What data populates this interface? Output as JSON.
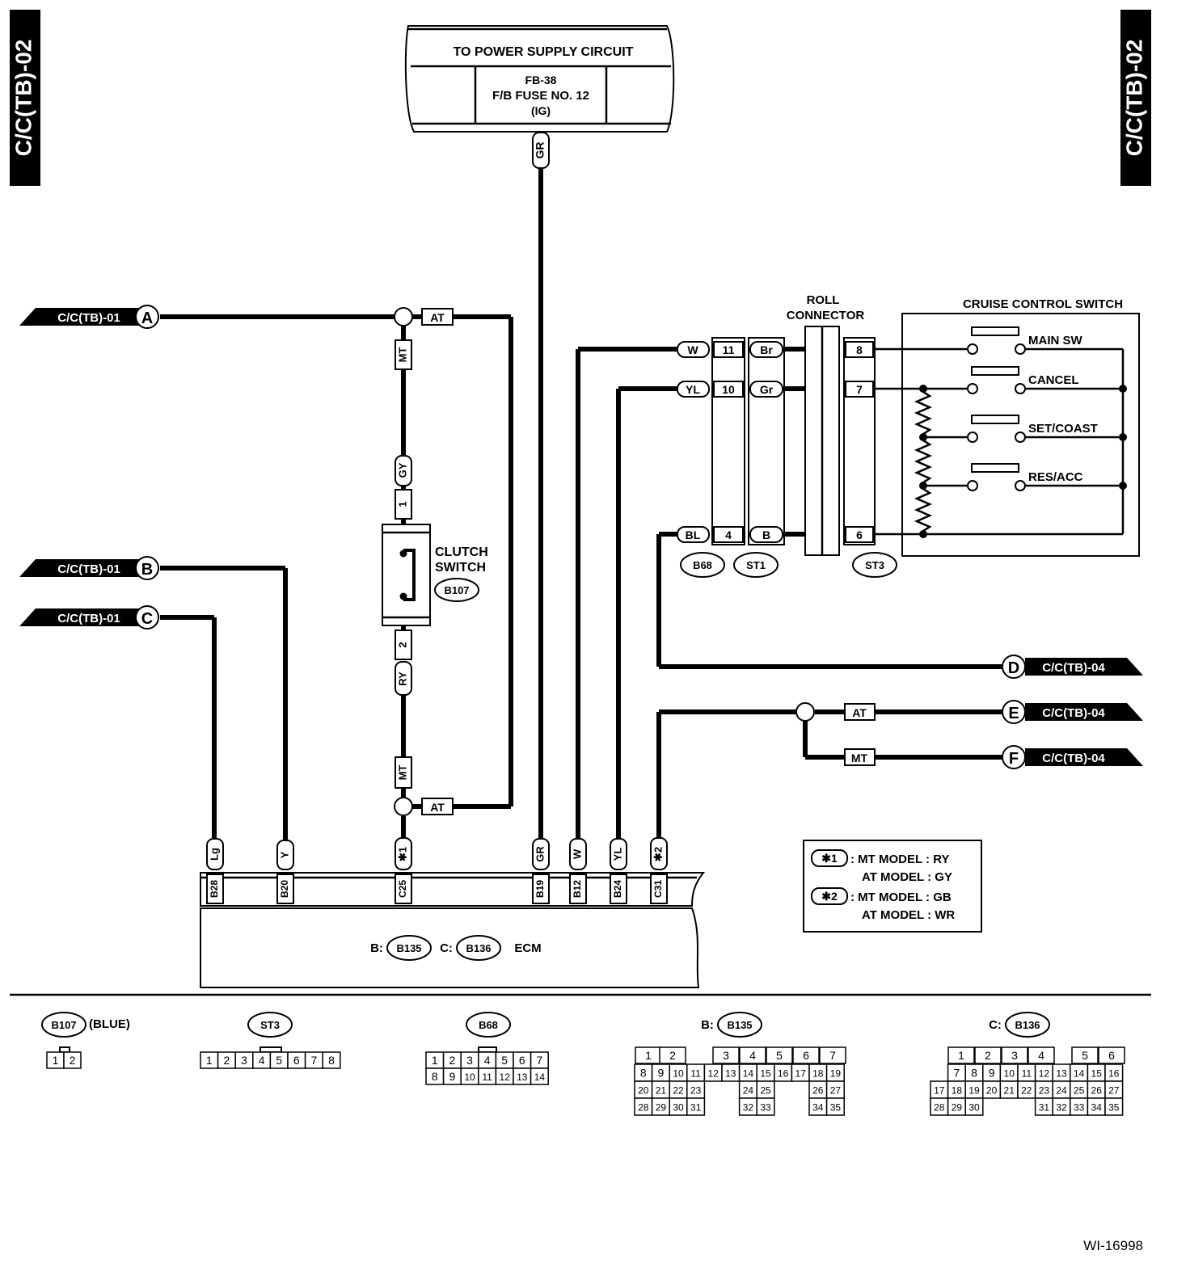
{
  "page_tags": {
    "left": "C/C(TB)-02",
    "right": "C/C(TB)-02"
  },
  "power": {
    "title": "TO POWER SUPPLY CIRCUIT",
    "line1": "FB-38",
    "line2": "F/B  FUSE NO. 12",
    "line3": "(IG)",
    "wire": "GR"
  },
  "inputs": {
    "a": {
      "label": "C/C(TB)-01",
      "letter": "A"
    },
    "b": {
      "label": "C/C(TB)-01",
      "letter": "B"
    },
    "c": {
      "label": "C/C(TB)-01",
      "letter": "C"
    }
  },
  "outputs": {
    "d": {
      "label": "C/C(TB)-04",
      "letter": "D"
    },
    "e": {
      "label": "C/C(TB)-04",
      "letter": "E",
      "tag": "AT"
    },
    "f": {
      "label": "C/C(TB)-04",
      "letter": "F",
      "tag": "MT"
    }
  },
  "wire_tags": {
    "at_top": "AT",
    "mt_top": "MT",
    "gy": "GY",
    "ry": "RY",
    "mt_bottom": "MT",
    "at_bottom": "AT"
  },
  "clutch_switch": {
    "line1": "CLUTCH",
    "line2": "SWITCH",
    "connector": "B107",
    "pin1": "1",
    "pin2": "2"
  },
  "roll_connector": {
    "line1": "ROLL",
    "line2": "CONNECTOR"
  },
  "roll_rows": [
    {
      "color_left": "W",
      "b68": "11",
      "st1": "Br",
      "st3": "8"
    },
    {
      "color_left": "YL",
      "b68": "10",
      "st1": "Gr",
      "st3": "7"
    },
    {
      "color_left": "BL",
      "b68": "4",
      "st1": "B",
      "st3": "6"
    }
  ],
  "roll_connectors": {
    "b68": "B68",
    "st1": "ST1",
    "st3": "ST3"
  },
  "cruise_switch": {
    "title": "CRUISE CONTROL SWITCH",
    "items": [
      "MAIN SW",
      "CANCEL",
      "SET/COAST",
      "RES/ACC"
    ]
  },
  "ecm": {
    "prefix_b": "B:",
    "b_conn": "B135",
    "prefix_c": "C:",
    "c_conn": "B136",
    "name": "ECM",
    "pins": [
      {
        "wire": "Lg",
        "pin": "B28"
      },
      {
        "wire": "Y",
        "pin": "B20"
      },
      {
        "wire": "✱1",
        "pin": "C25"
      },
      {
        "wire": "GR",
        "pin": "B19"
      },
      {
        "wire": "W",
        "pin": "B12"
      },
      {
        "wire": "YL",
        "pin": "B24"
      },
      {
        "wire": "✱2",
        "pin": "C31"
      }
    ]
  },
  "legend": {
    "star1": "✱1",
    "row1": ": MT MODEL : RY",
    "row2": "AT MODEL  : GY",
    "star2": "✱2",
    "row3": ": MT MODEL : GB",
    "row4": "AT MODEL  : WR"
  },
  "connector_views": {
    "b107": {
      "name": "B107",
      "note": "(BLUE)",
      "cells": [
        "1",
        "2"
      ]
    },
    "st3": {
      "name": "ST3",
      "cells": [
        "1",
        "2",
        "3",
        "4",
        "5",
        "6",
        "7",
        "8"
      ]
    },
    "b68": {
      "name": "B68",
      "row1": [
        "1",
        "2",
        "3",
        "4",
        "5",
        "6",
        "7"
      ],
      "row2": [
        "8",
        "9",
        "10",
        "11",
        "12",
        "13",
        "14"
      ]
    },
    "b135": {
      "prefix": "B:",
      "name": "B135",
      "row1": [
        "1",
        "2",
        "",
        "3",
        "4",
        "5",
        "6",
        "7"
      ],
      "row2": [
        "8",
        "9",
        "10",
        "11",
        "12",
        "13",
        "14",
        "15",
        "16",
        "17",
        "18",
        "19"
      ],
      "row3": [
        "20",
        "21",
        "22",
        "23",
        "",
        "",
        "24",
        "25",
        "",
        "",
        "26",
        "27"
      ],
      "row4": [
        "28",
        "29",
        "30",
        "31",
        "",
        "",
        "32",
        "33",
        "",
        "",
        "34",
        "35"
      ]
    },
    "b136": {
      "prefix": "C:",
      "name": "B136",
      "row1": [
        "",
        "1",
        "2",
        "3",
        "4",
        "",
        "5",
        "6"
      ],
      "row2": [
        "",
        "7",
        "8",
        "9",
        "10",
        "11",
        "12",
        "13",
        "14",
        "15",
        "16"
      ],
      "row3": [
        "17",
        "18",
        "19",
        "20",
        "21",
        "22",
        "23",
        "24",
        "25",
        "26",
        "27"
      ],
      "row4": [
        "28",
        "29",
        "30",
        "",
        "",
        "",
        "31",
        "32",
        "33",
        "34",
        "35"
      ]
    }
  },
  "figure_id": "WI-16998"
}
